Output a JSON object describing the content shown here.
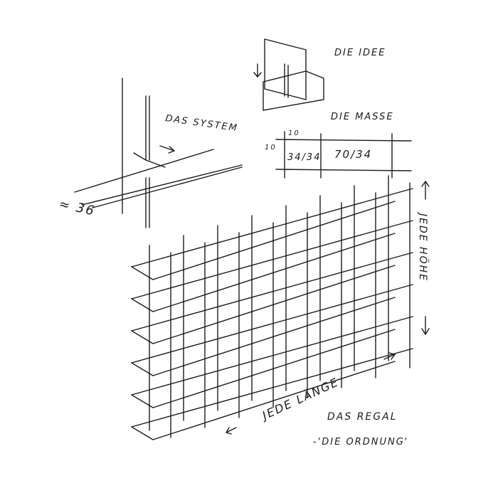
{
  "labels": {
    "idea": "DIE IDEE",
    "system": "DAS SYSTEM",
    "dimensions": "DIE MASSE",
    "depth": "≈ 36",
    "any_height": "JEDE HÖHE",
    "any_length": "JEDE LÄNGE",
    "shelf": "DAS REGAL",
    "order": "-'DIE ORDNUNG'"
  },
  "dimension_table": {
    "top_gap": "10",
    "left_gap": "10",
    "cell_small": "34/34",
    "cell_large": "70/34"
  },
  "colors": {
    "ink": "#1c1c1c",
    "paper": "#ffffff"
  }
}
